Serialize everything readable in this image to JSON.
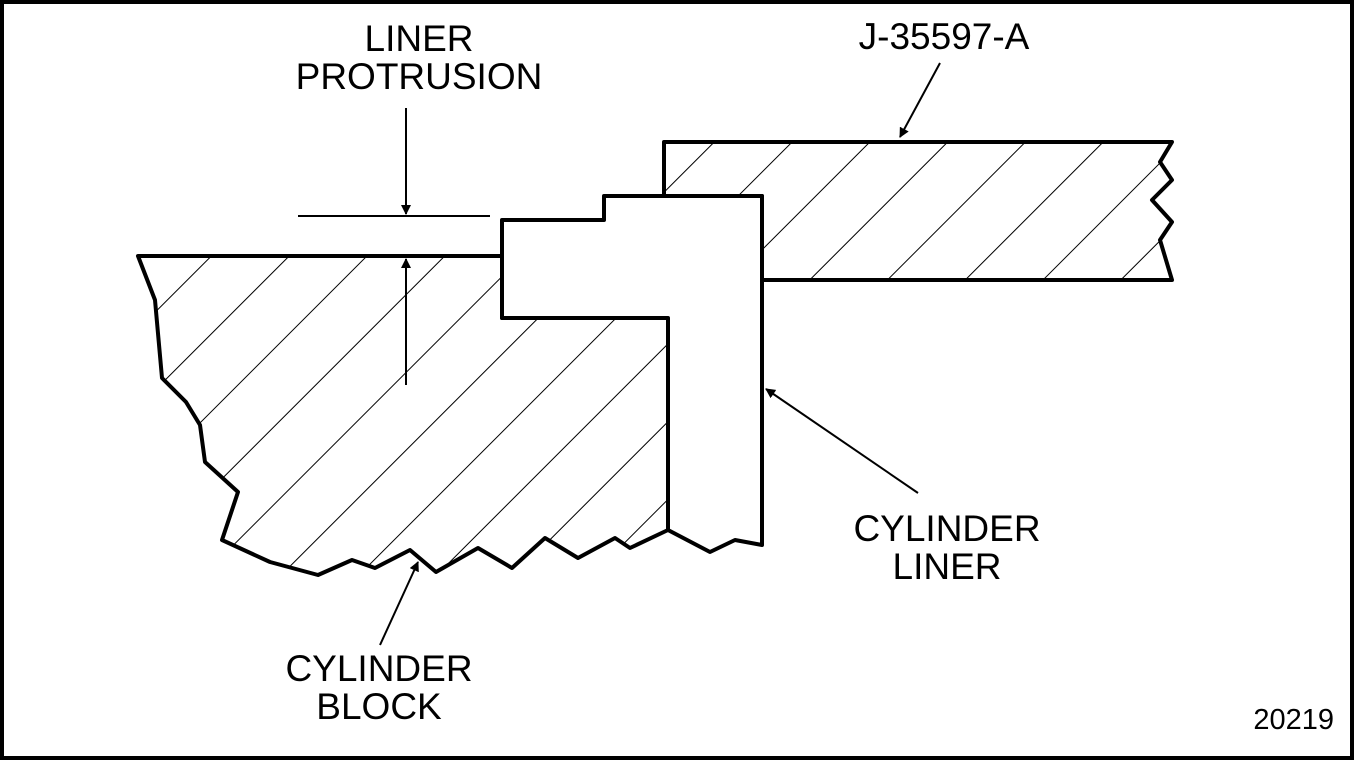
{
  "labels": {
    "liner_protrusion": [
      "LINER",
      "PROTRUSION"
    ],
    "tool": "J-35597-A",
    "cylinder_liner": [
      "CYLINDER",
      "LINER"
    ],
    "cylinder_block": [
      "CYLINDER",
      "BLOCK"
    ],
    "figure_number": "20219"
  }
}
